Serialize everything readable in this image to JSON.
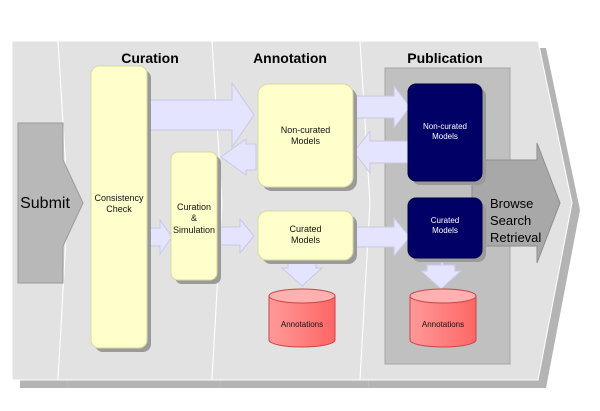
{
  "stages": {
    "submit": "Submit",
    "curation": "Curation",
    "annotation": "Annotation",
    "publication": "Publication"
  },
  "boxes": {
    "consistency_check": "Consistency\nCheck",
    "curation_simulation": "Curation\n&\nSimulation",
    "non_curated_annotation": "Non-curated\nModels",
    "curated_annotation": "Curated\nModels",
    "non_curated_publication": "Non-curated\nModels",
    "curated_publication": "Curated\nModels",
    "annotations_db_1": "Annotations",
    "annotations_db_2": "Annotations"
  },
  "browse": {
    "line1": "Browse",
    "line2": "Search",
    "line3": "Retrieval"
  },
  "colors": {
    "stage_band": "#e2e2e2",
    "stage_shadow": "#b4b4b4",
    "submit_arrow": "#b8b8b8",
    "yellow_box": "#ffffcc",
    "navy_box": "#000066",
    "database": "#ff8080",
    "flow_arrow": "#e0e0ff",
    "publication_panel": "#c0c0c0",
    "browse_arrow": "#a8a8a8"
  }
}
